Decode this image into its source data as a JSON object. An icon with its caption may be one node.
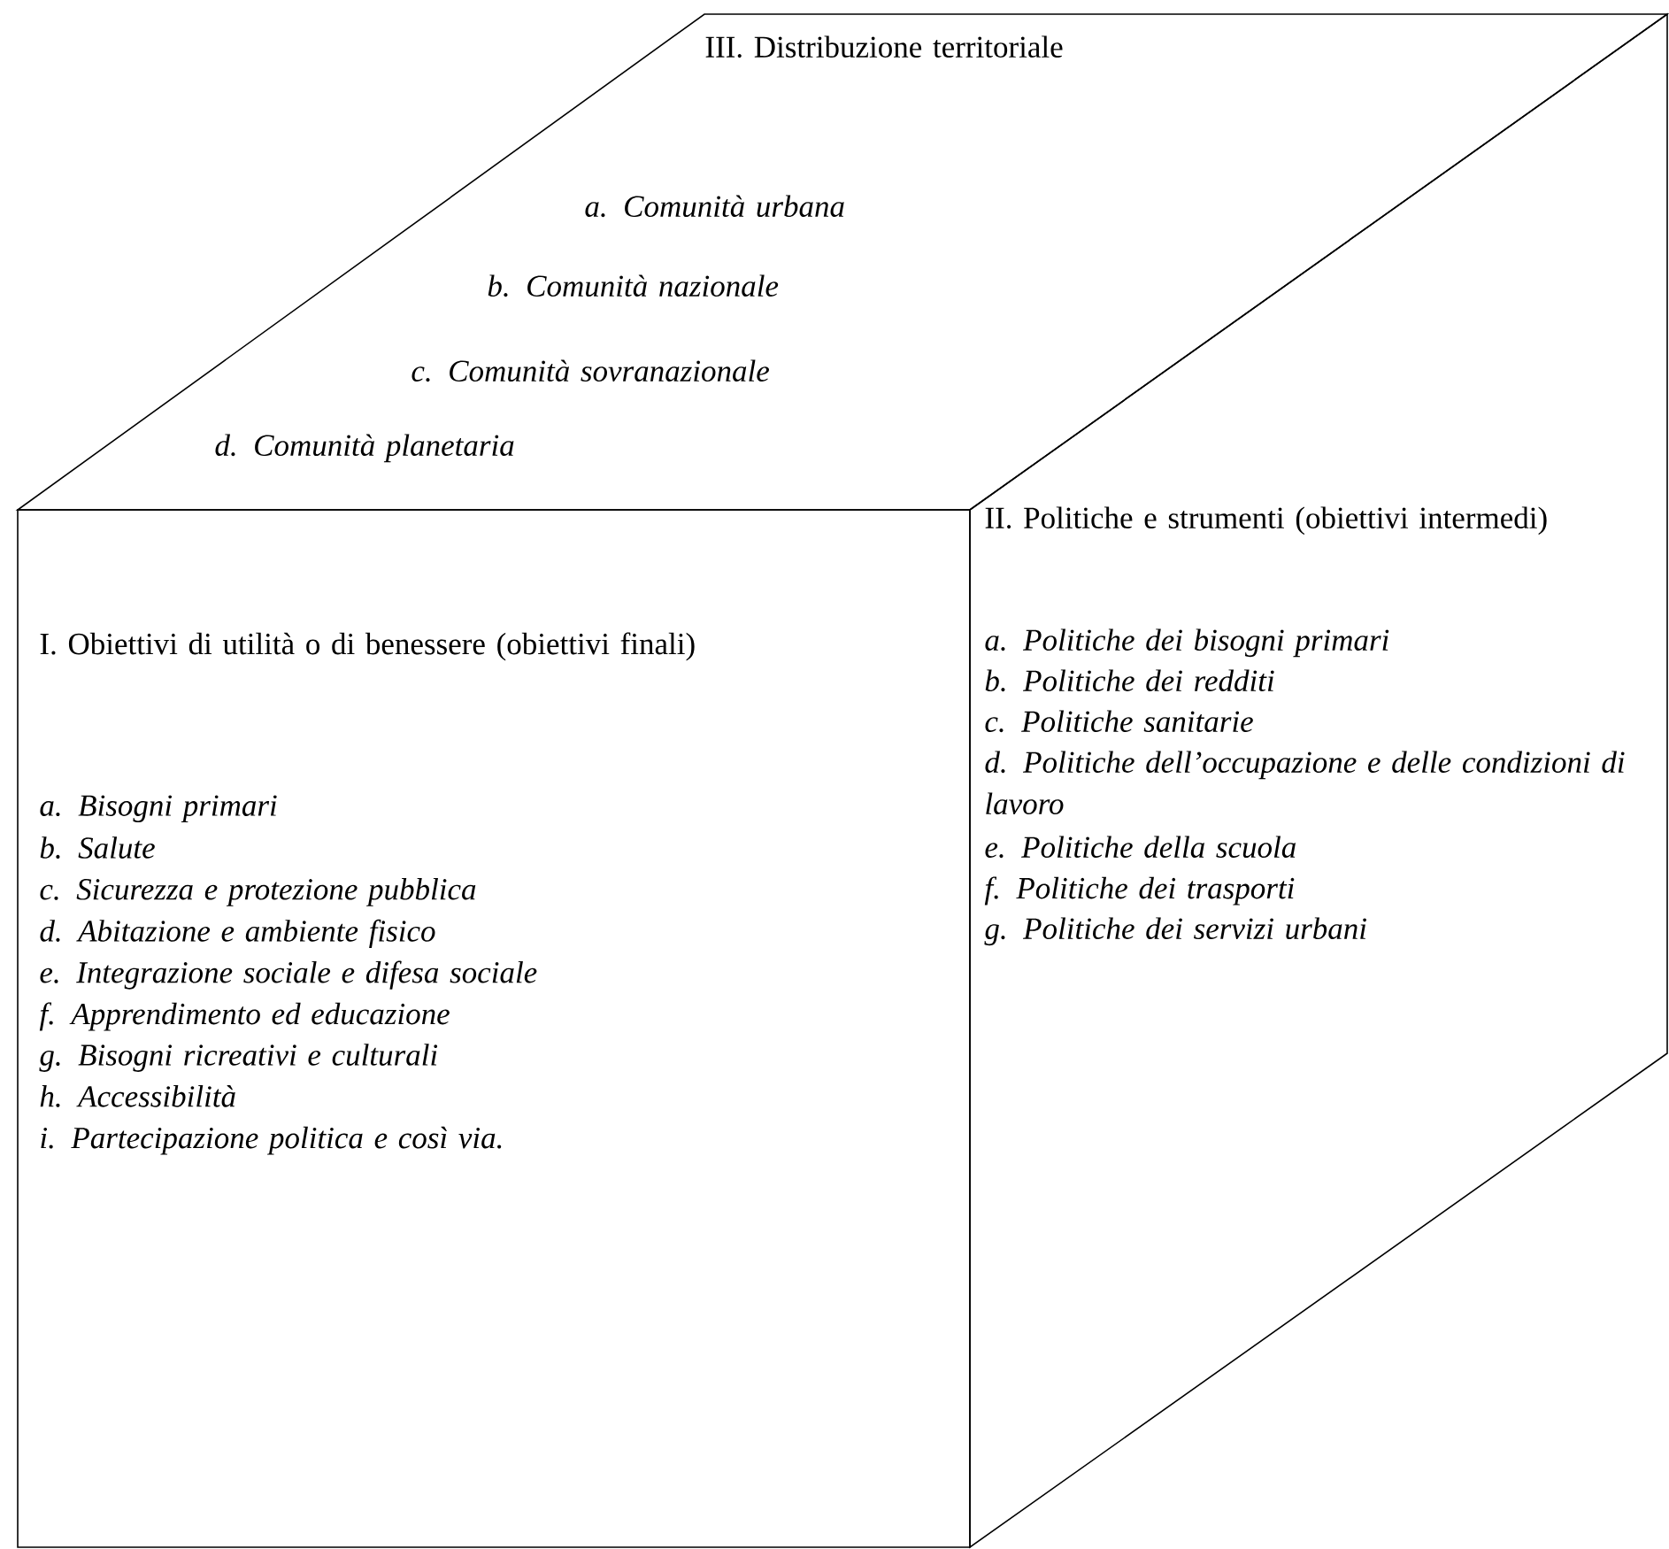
{
  "diagram": {
    "nodes": [
      {
        "text": [
          "III. Distribuzione territoriale",
          "a. Comunità urbana",
          "b. Comunità nazionale",
          "c. Comunità sovranazionale",
          "d. Comunità planetaria"
        ]
      },
      {
        "text": [
          "I. Obiettivi di utilità o di benessere (obiettivi finali)",
          "a. Bisogni primari",
          "b. Salute",
          "c. Sicurezza e protezione pubblica",
          "d. Abitazione e ambiente fisico",
          "e. Integrazione sociale e difesa sociale",
          "f. Apprendimento ed educazione",
          "g. Bisogni ricreativi e culturali",
          "h. Accessibilità",
          "i. Partecipazione politica e così via."
        ]
      },
      {
        "text": [
          "II. Politiche e strumenti (obiettivi intermedi)",
          "a. Politiche dei bisogni primari",
          "b. Politiche dei redditi",
          "c. Politiche sanitarie",
          "d. Politiche dell’occupazione e delle condizioni di lavoro",
          "e. Politiche della scuola",
          "f. Politiche dei trasporti",
          "g. Politiche dei servizi urbani"
        ]
      }
    ]
  }
}
